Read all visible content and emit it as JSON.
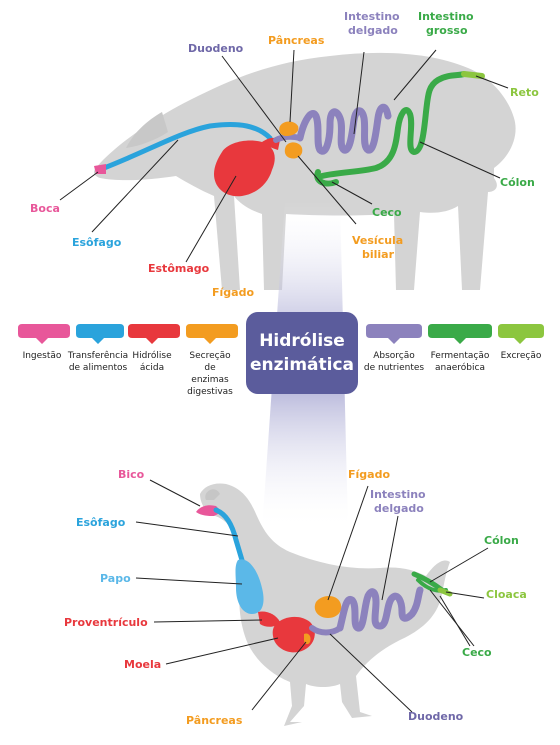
{
  "colors": {
    "pink": "#e8579a",
    "blue": "#2aa3dc",
    "red": "#e8383d",
    "orange": "#f39c20",
    "purple": "#8c82bd",
    "green": "#3aaa48",
    "lightgreen": "#8cc63f",
    "lightblue": "#5bb8e8",
    "silhouette": "#d4d4d4",
    "center": "#5b5c9c"
  },
  "pig": {
    "boca": "Boca",
    "esofago": "Esôfago",
    "estomago": "Estômago",
    "figado": "Fígado",
    "duodeno": "Duodeno",
    "pancreas": "Pâncreas",
    "intestino_delgado_1": "Intestino",
    "intestino_delgado_2": "delgado",
    "intestino_grosso_1": "Intestino",
    "intestino_grosso_2": "grosso",
    "reto": "Reto",
    "colon": "Cólon",
    "ceco": "Ceco",
    "vesicula_1": "Vesícula",
    "vesicula_2": "biliar"
  },
  "center": {
    "line1": "Hidrólise",
    "line2": "enzimática"
  },
  "legend": [
    {
      "lines": [
        "Ingestão"
      ],
      "color": "#e8579a"
    },
    {
      "lines": [
        "Transferência",
        "de alimentos"
      ],
      "color": "#2aa3dc"
    },
    {
      "lines": [
        "Hidrólise",
        "ácida"
      ],
      "color": "#e8383d"
    },
    {
      "lines": [
        "Secreção",
        "de",
        "enzimas",
        "digestivas"
      ],
      "color": "#f39c20"
    },
    {
      "lines": [
        "Absorção",
        "de nutrientes"
      ],
      "color": "#8c82bd"
    },
    {
      "lines": [
        "Fermentação",
        "anaeróbica"
      ],
      "color": "#3aaa48"
    },
    {
      "lines": [
        "Excreção"
      ],
      "color": "#8cc63f"
    }
  ],
  "bird": {
    "bico": "Bico",
    "esofago": "Esôfago",
    "papo": "Papo",
    "proventriculo": "Proventrículo",
    "moela": "Moela",
    "pancreas": "Pâncreas",
    "figado": "Fígado",
    "intestino_1": "Intestino",
    "intestino_2": "delgado",
    "duodeno": "Duodeno",
    "colon": "Cólon",
    "cloaca": "Cloaca",
    "ceco": "Ceco"
  }
}
